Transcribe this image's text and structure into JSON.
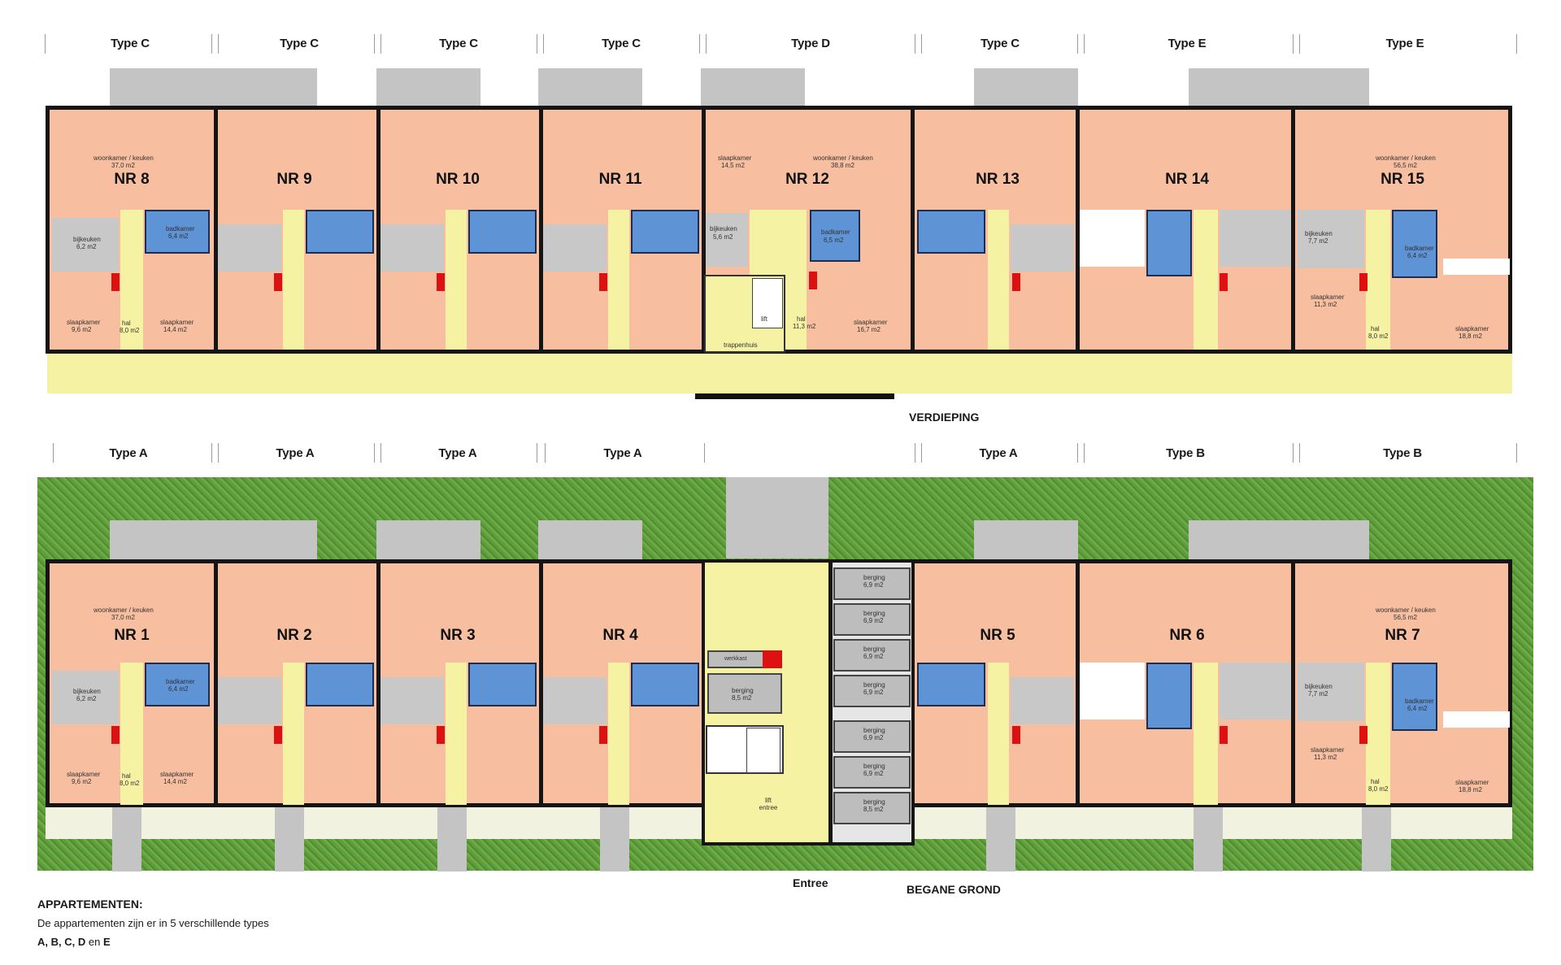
{
  "upper_floor": {
    "caption": "VERDIEPING",
    "type_labels": [
      "Type C",
      "Type C",
      "Type C",
      "Type C",
      "Type D",
      "Type C",
      "Type E",
      "Type E"
    ],
    "units": [
      "NR 8",
      "NR 9",
      "NR 10",
      "NR 11",
      "NR 12",
      "NR 13",
      "NR 14",
      "NR 15"
    ],
    "room_notes": {
      "living": "woonkamer / keuken",
      "living_area_a": "37,0 m2",
      "living_area_d": "38,8 m2",
      "living_area_e": "56,5 m2",
      "bedroom": "slaapkamer",
      "bedroom_area_a": "9,6 m2",
      "bedroom_area_b": "14,4 m2",
      "bedroom_area_d": "16,7 m2",
      "bedroom_area_e": "11,3 m2",
      "bedroom_area_f": "18,8 m2",
      "bedroom_area_d2": "14,5 m2",
      "bath": "badkamer",
      "bath_area": "6,4 m2",
      "bath_area_d": "6,5 m2",
      "utility": "bijkeuken",
      "utility_area": "6,2 m2",
      "utility_area_d": "5,6 m2",
      "utility_area_e": "7,7 m2",
      "hall": "hal",
      "hall_area": "8,0 m2",
      "hall_area_d": "11,3 m2",
      "stair": "trappenhuis",
      "lift": "lift"
    }
  },
  "ground_floor": {
    "caption": "BEGANE GROND",
    "entrance": "Entree",
    "type_labels": [
      "Type A",
      "Type A",
      "Type A",
      "Type A",
      "Type A",
      "Type B",
      "Type B"
    ],
    "units": [
      "NR 1",
      "NR 2",
      "NR 3",
      "NR 4",
      "NR 5",
      "NR 6",
      "NR 7"
    ],
    "werkkast": "werkkast",
    "berging": "berging",
    "berging_area_a": "8,5 m2",
    "berging_area_b": "6,9 m2",
    "lift_entree": "lift entree"
  },
  "legend": {
    "title": "APPARTEMENTEN:",
    "text": "De appartementen zijn er in 5 verschillende types",
    "types": "A, B, C, D",
    "and": "en",
    "last": "E"
  },
  "colors": {
    "living": "#f7bfa0",
    "corridor": "#f6f2a4",
    "bath": "#5e93d6",
    "balcony": "#c4c4c4",
    "grass": "#6aab43",
    "wall": "#151515"
  }
}
